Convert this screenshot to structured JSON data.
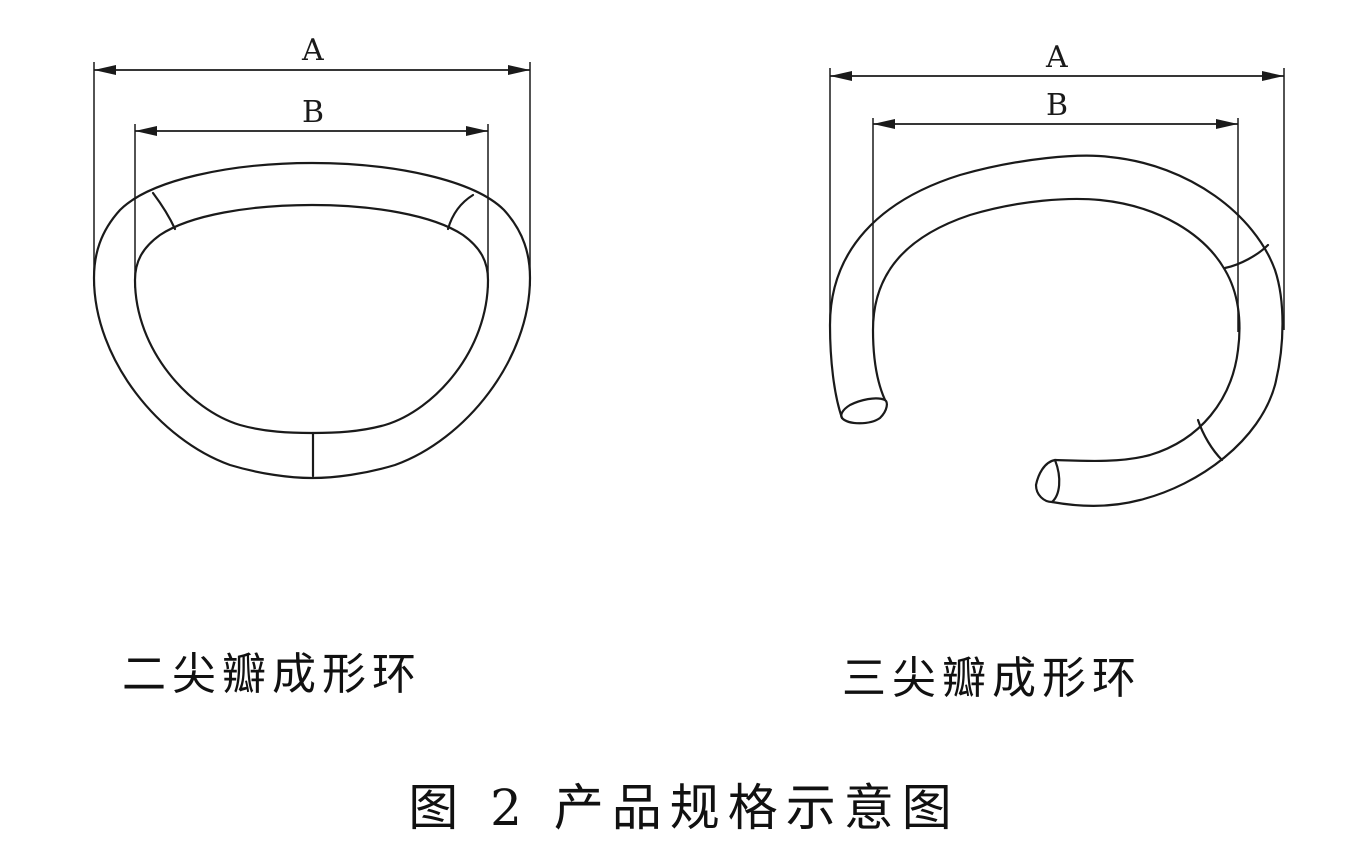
{
  "dimension_labels": {
    "outer": "A",
    "inner": "B"
  },
  "left_ring": {
    "caption": "二尖瓣成形环"
  },
  "right_ring": {
    "caption": "三尖瓣成形环"
  },
  "figure_title": "图 2  产品规格示意图",
  "colors": {
    "line": "#1a1a1a",
    "background": "#ffffff"
  }
}
